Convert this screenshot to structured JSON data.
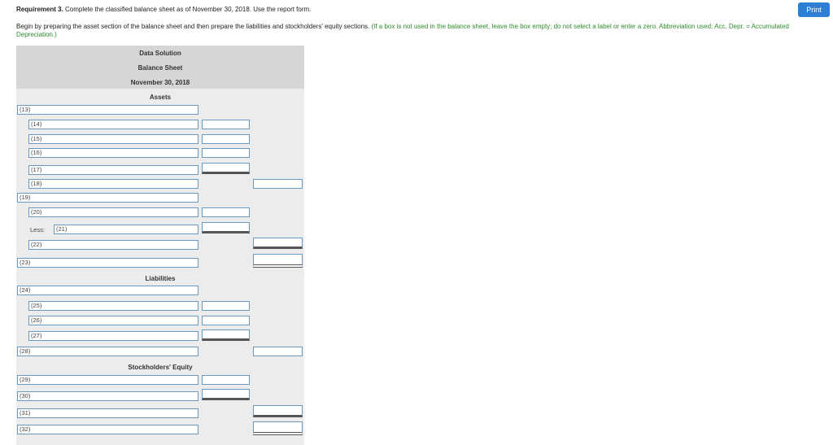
{
  "requirement": {
    "label": "Requirement 3.",
    "text": " Complete the classified balance sheet as of November 30, 2018. Use the report form."
  },
  "print_button": "Print",
  "instructions": {
    "main": "Begin by preparing the asset section of the balance sheet and then prepare the liabilities and stockholders' equity sections. ",
    "note": "(If a box is not used in the balance sheet, leave the box empty; do not select a label or enter a zero. Abbreviation used: Acc. Depr. = Accumulated Depreciation.)"
  },
  "sheet": {
    "company": "Data Solution",
    "title": "Balance Sheet",
    "date": "November 30, 2018",
    "assets_heading": "Assets",
    "liabilities_heading": "Liabilities",
    "equity_heading": "Stockholders' Equity",
    "less_label": "Less:",
    "rows": {
      "r13": "(13)",
      "r14": "(14)",
      "r15": "(15)",
      "r16": "(16)",
      "r17": "(17)",
      "r18": "(18)",
      "r19": "(19)",
      "r20": "(20)",
      "r21": "(21)",
      "r22": "(22)",
      "r23": "(23)",
      "r24": "(24)",
      "r25": "(25)",
      "r26": "(26)",
      "r27": "(27)",
      "r28": "(28)",
      "r29": "(29)",
      "r30": "(30)",
      "r31": "(31)",
      "r32": "(32)"
    }
  }
}
